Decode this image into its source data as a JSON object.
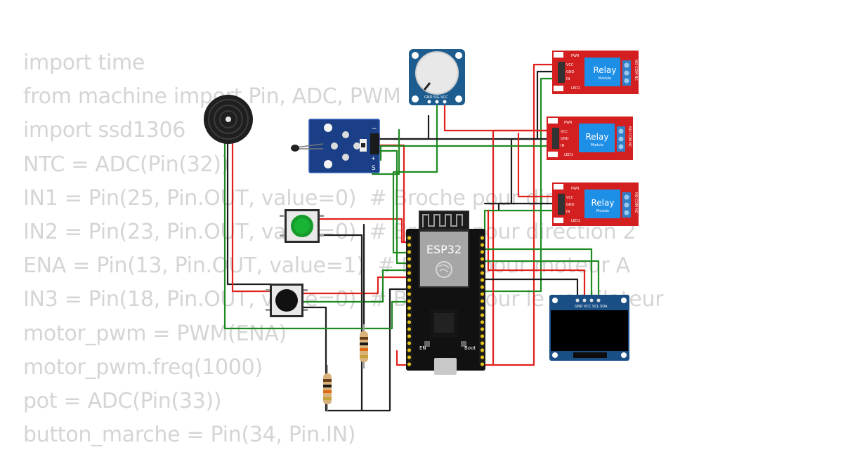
{
  "code_lines": [
    "import time",
    "from machine import Pin, ADC, PWM",
    "import ssd1306",
    "NTC = ADC(Pin(32))",
    "IN1 = Pin(25, Pin.OUT, value=0)  # Broche pour direction 1",
    "IN2 = Pin(23, Pin.OUT, value=0)  # Broche pour direction 2",
    "ENA = Pin(13, Pin.OUT, value=1)  # Broche pour moteur A",
    "IN3 = Pin(18, Pin.OUT, value=0)  # Broche pour le ventilateur",
    "motor_pwm = PWM(ENA)",
    "motor_pwm.freq(1000)",
    "pot = ADC(Pin(33))",
    "button_marche = Pin(34, Pin.IN)"
  ],
  "esp32": {
    "title": "ESP32",
    "en": "EN",
    "boot": "Boot"
  },
  "relay": {
    "title": "Relay",
    "subtitle": "Module",
    "pins": [
      "VCC",
      "GND",
      "IN"
    ],
    "pwr": "PWR",
    "led": "LED1",
    "terminals": "NO COM NC"
  },
  "pot_pins": "GND SIG VCC",
  "oled_pins": "GND VCC SCL SDA",
  "ntc_pins": [
    "−",
    "+",
    "S"
  ],
  "wire_colors": {
    "power": "#e0201c",
    "signal": "#1e8a22",
    "ground": "#1c1c1c"
  }
}
